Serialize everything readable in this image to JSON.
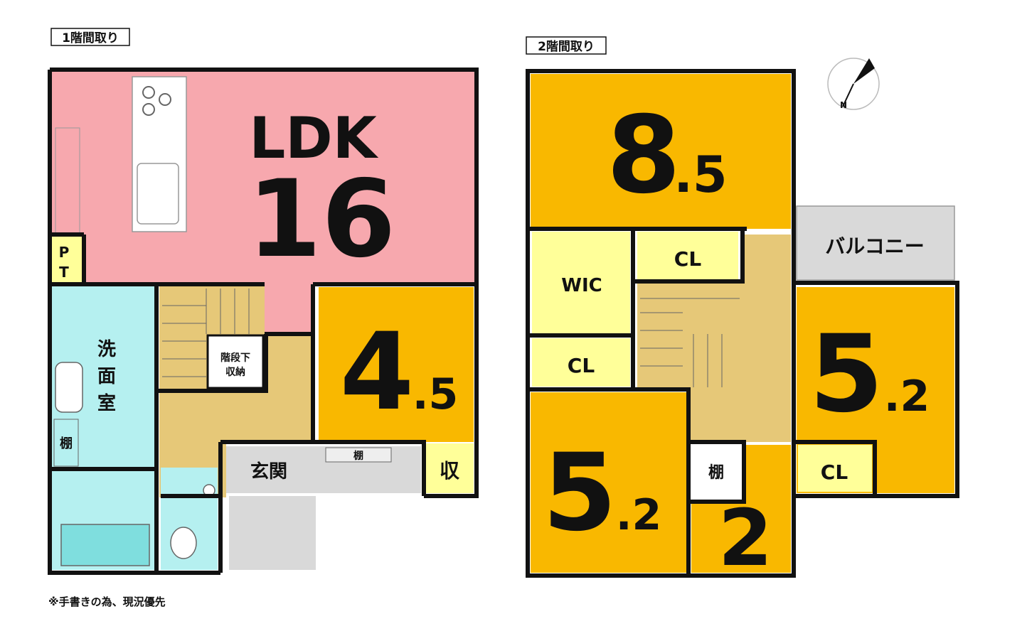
{
  "floor1": {
    "title": "1階間取り",
    "rooms": {
      "ldk_label": "LDK",
      "ldk_size": "16",
      "pt": "P",
      "pt2": "T",
      "senmen1": "洗",
      "senmen2": "面",
      "senmen3": "室",
      "tana": "棚",
      "kaidan1": "階段下",
      "kaidan2": "収納",
      "room45_int": "4",
      "room45_dec": ".5",
      "genkan": "玄関",
      "genkan_shelf": "棚",
      "storage": "収"
    }
  },
  "floor2": {
    "title": "2階間取り",
    "rooms": {
      "r85_int": "8",
      "r85_dec": ".5",
      "wic": "WIC",
      "cl_a": "CL",
      "cl_b": "CL",
      "cl_c": "CL",
      "balcony": "バルコニー",
      "r52a_int": "5",
      "r52a_dec": ".2",
      "r52b_int": "5",
      "r52b_dec": ".2",
      "r2": "2",
      "tana": "棚"
    }
  },
  "compass": {
    "label": "N"
  },
  "note": "※手書きの為、現況優先",
  "colors": {
    "ldk": "#f7a8ae",
    "room": "#f9b800",
    "closet": "#ffff99",
    "hall": "#e6c878",
    "wet": "#b5f0f0",
    "gray": "#d9d9d9",
    "wall": "#111111"
  }
}
